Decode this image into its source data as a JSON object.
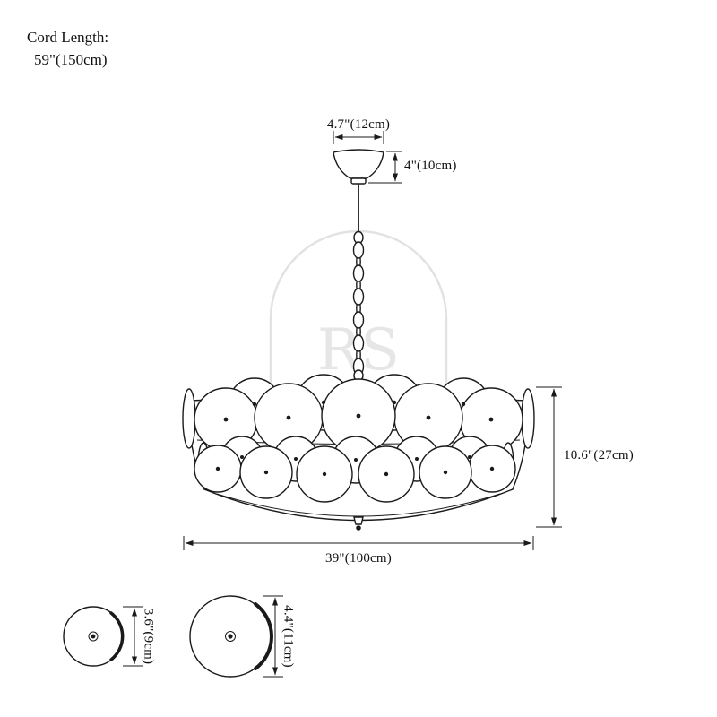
{
  "cord_length": {
    "label": "Cord Length:",
    "value": "59\"(150cm)"
  },
  "dimensions": {
    "canopy_width": "4.7\"(12cm)",
    "canopy_height": "4\"(10cm)",
    "fixture_height": "10.6\"(27cm)",
    "fixture_width": "39\"(100cm)",
    "small_disc_diameter": "3.6\"(9cm)",
    "large_disc_diameter": "4.4\"(11cm)"
  },
  "watermark": {
    "text": "RS"
  },
  "colors": {
    "line": "#1a1a1a",
    "watermark": "#e4e4e4",
    "background": "#ffffff"
  }
}
